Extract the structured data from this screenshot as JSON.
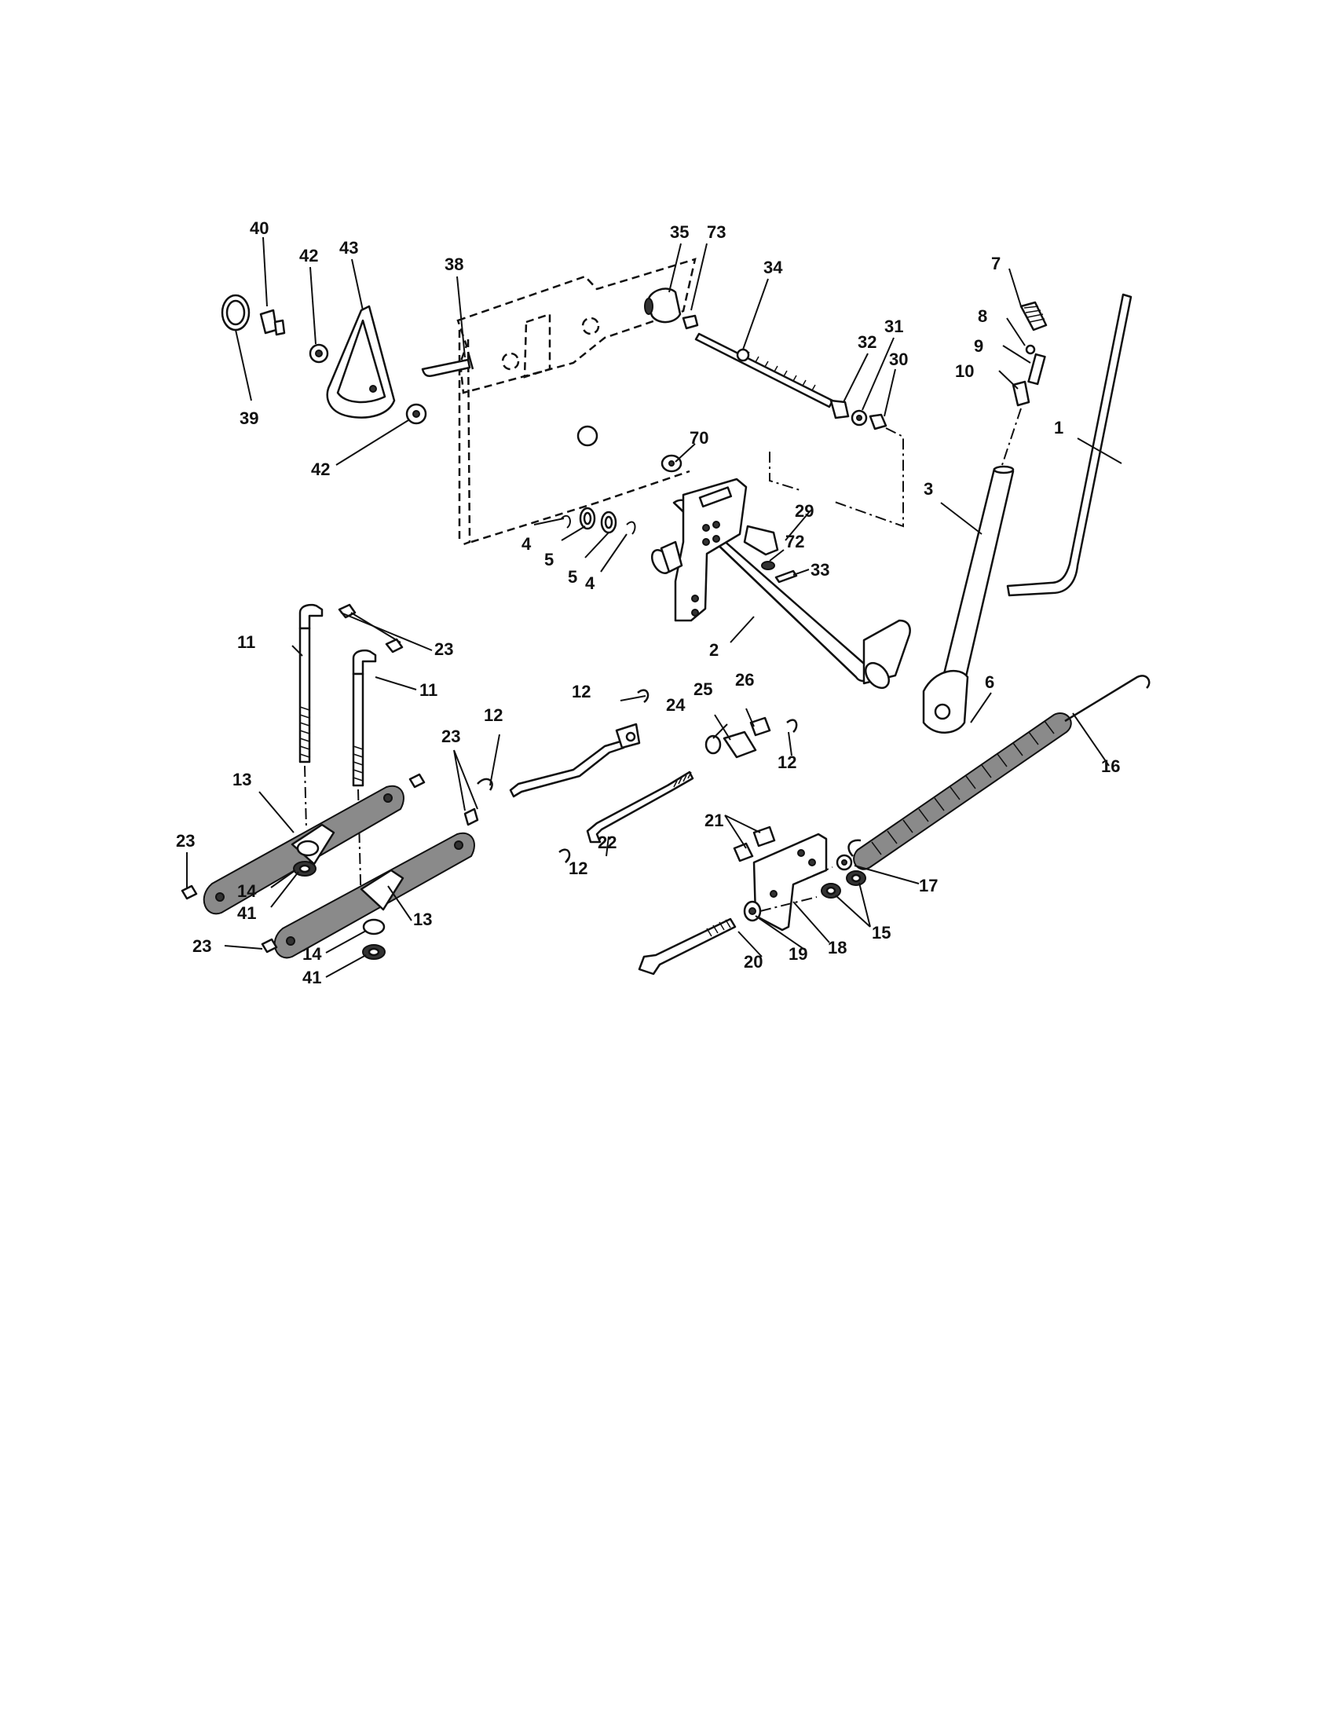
{
  "callouts": [
    "40",
    "42",
    "43",
    "38",
    "35",
    "73",
    "34",
    "31",
    "32",
    "30",
    "7",
    "8",
    "9",
    "10",
    "1",
    "39",
    "42",
    "70",
    "3",
    "29",
    "72",
    "33",
    "4",
    "5",
    "5",
    "4",
    "2",
    "23",
    "11",
    "11",
    "6",
    "12",
    "25",
    "26",
    "24",
    "12",
    "16",
    "12",
    "23",
    "13",
    "23",
    "14",
    "41",
    "21",
    "17",
    "22",
    "12",
    "13",
    "15",
    "23",
    "14",
    "41",
    "20",
    "19",
    "18"
  ]
}
